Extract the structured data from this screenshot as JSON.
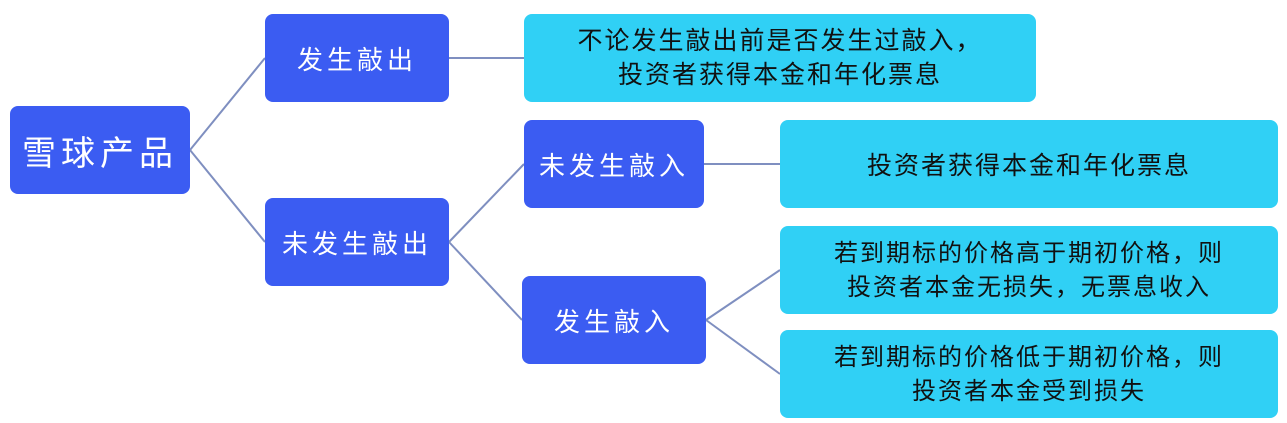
{
  "nodes": {
    "root": "雪球产品",
    "knockout": "发生敲出",
    "no_knockout": "未发生敲出",
    "no_knockin": "未发生敲入",
    "knockin": "发生敲入",
    "result_knockout": {
      "line1": "不论发生敲出前是否发生过敲入，",
      "line2": "投资者获得本金和年化票息"
    },
    "result_no_knockin": "投资者获得本金和年化票息",
    "result_knockin_high": {
      "line1": "若到期标的价格高于期初价格，则",
      "line2": "投资者本金无损失，无票息收入"
    },
    "result_knockin_low": {
      "line1": "若到期标的价格低于期初价格，则",
      "line2": "投资者本金受到损失"
    }
  },
  "colors": {
    "primary_node": "#3b5cf2",
    "result_node": "#30d0f5",
    "connector": "#7f8fc0"
  }
}
